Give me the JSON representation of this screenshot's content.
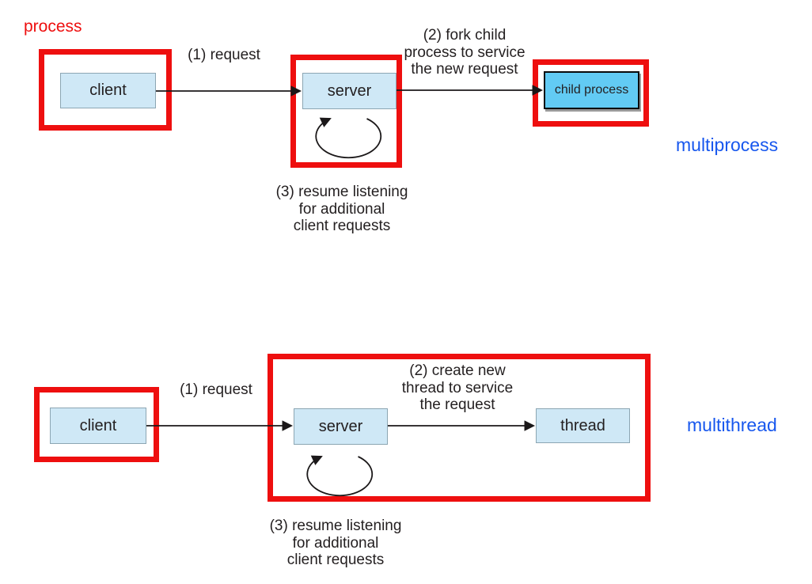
{
  "colors": {
    "red": "#ee0f0f",
    "blue": "#1757ee",
    "box_fill": "#cfe8f6",
    "box_border": "#8ca6b3",
    "child_fill": "#62cbf4",
    "ink": "#231f20"
  },
  "multiprocess_diagram": {
    "corner_label": "process",
    "side_label": "multiprocess",
    "nodes": {
      "client": "client",
      "server": "server",
      "child_process": "child process"
    },
    "steps": {
      "step1": "(1) request",
      "step2": "(2) fork child\nprocess to service\nthe new request",
      "step3": "(3) resume listening\nfor additional\nclient requests"
    }
  },
  "multithread_diagram": {
    "side_label": "multithread",
    "nodes": {
      "client": "client",
      "server": "server",
      "thread": "thread"
    },
    "steps": {
      "step1": "(1) request",
      "step2": "(2) create new\nthread to service\nthe request",
      "step3": "(3) resume listening\nfor additional\nclient requests"
    }
  }
}
